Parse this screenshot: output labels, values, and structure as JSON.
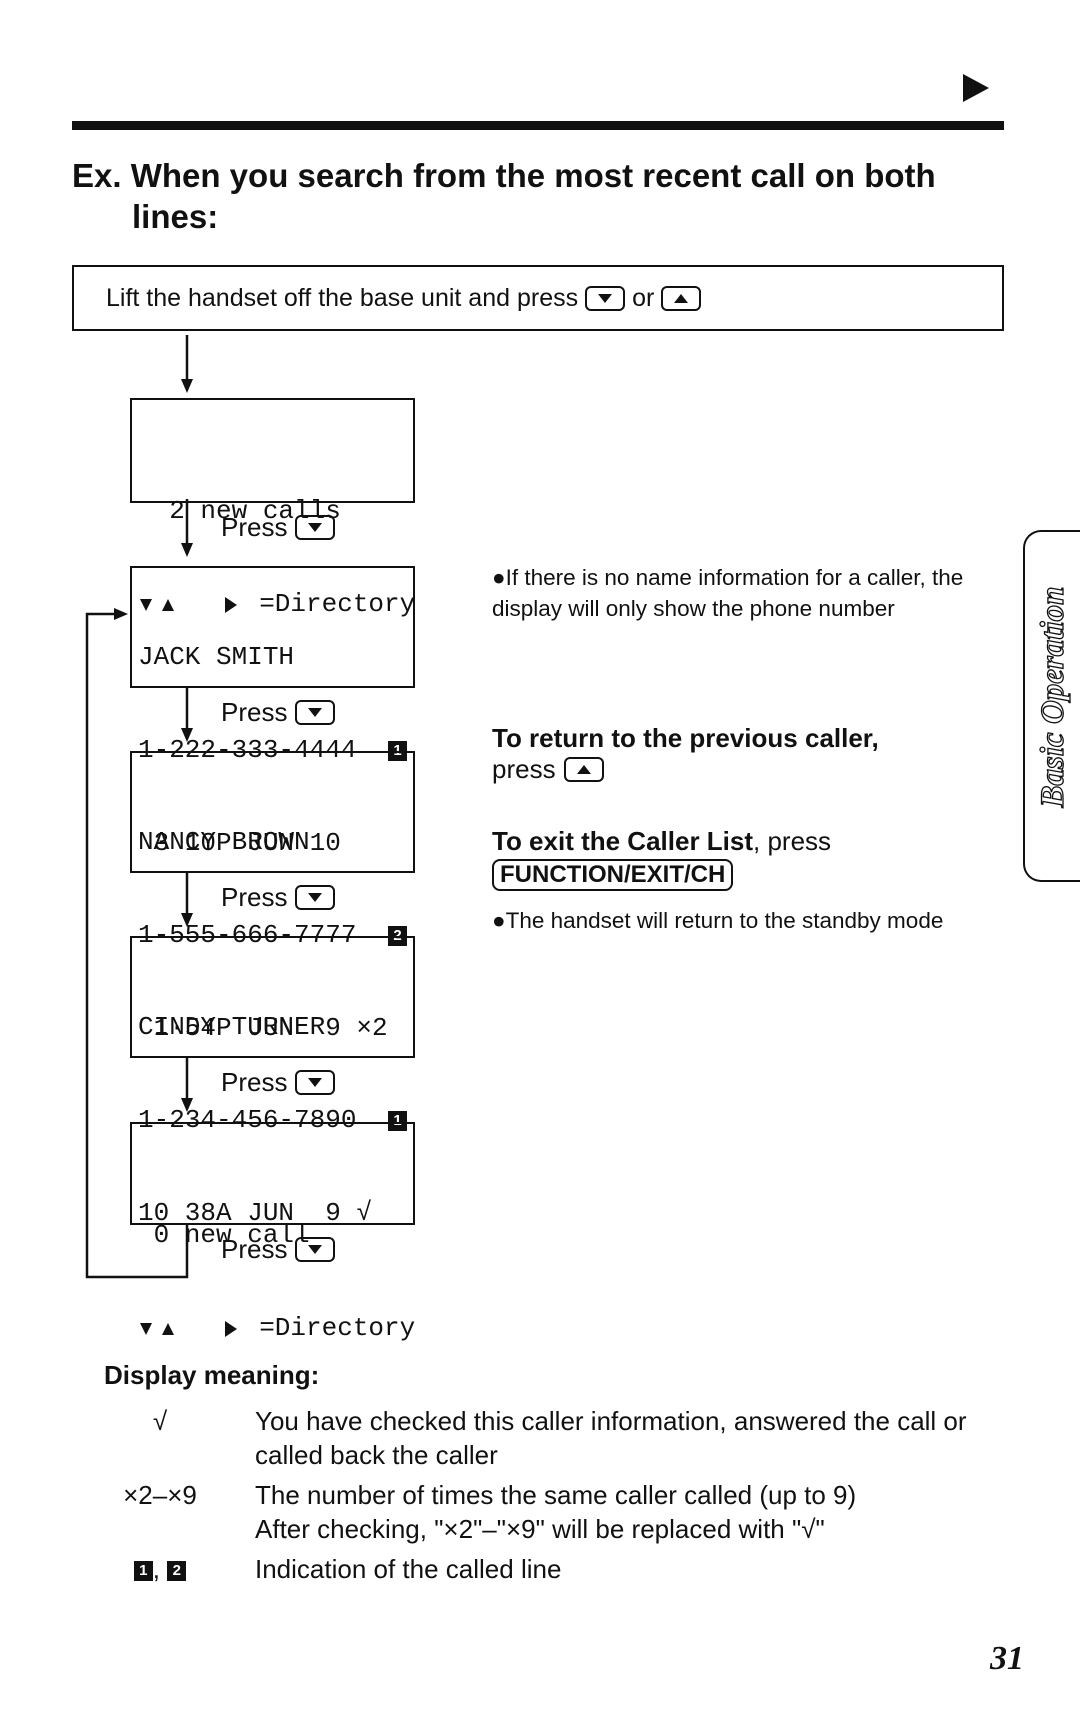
{
  "heading": {
    "line1": "Ex. When you search from the most recent call on both",
    "line2": "lines:"
  },
  "instruction": {
    "text": "Lift the handset off the base unit and press",
    "or": "or",
    "down_icon": "down-arrow-key-icon",
    "up_icon": "up-arrow-key-icon"
  },
  "press_label": "Press",
  "screens": [
    {
      "line1": "  2 new calls",
      "line2": "  =Directory"
    },
    {
      "line1": "JACK SMITH",
      "line2": "1-222-333-4444",
      "line3": " 3 10P JUN 10",
      "badge": "1"
    },
    {
      "line1": "NANCY BROWN",
      "line2": "1-555-666-7777",
      "line3": " 1·54P JUN  9 ×2",
      "badge": "2"
    },
    {
      "line1": "CINDY TURNER",
      "line2": "1-234-456-7890",
      "line3": "10 38A JUN  9 √",
      "badge": "1"
    },
    {
      "line1": " 0 new call",
      "line2": "  =Directory"
    }
  ],
  "notes": {
    "no_name": "●If there is no name information for a caller, the display will only show the phone number",
    "return_bold": "To return to the previous caller,",
    "return_press": "press",
    "exit_bold": "To exit the Caller List",
    "exit_rest": ", press",
    "exit_key": "FUNCTION/EXIT/CH",
    "standby": "●The handset will return to the standby mode"
  },
  "side_tab": "Basic Operation",
  "legend": {
    "title": "Display meaning:",
    "rows": [
      {
        "symbol": "√",
        "text": "You have checked this caller information, answered the call or called back the caller"
      },
      {
        "symbol": "×2–×9",
        "text": "The number of times the same caller called (up to 9)",
        "text2": "After checking, \"×2\"–\"×9\" will be replaced with \"√\""
      },
      {
        "badge1": "1",
        "sep": ",",
        "badge2": "2",
        "text": "Indication of the called line"
      }
    ]
  },
  "page_number": "31"
}
